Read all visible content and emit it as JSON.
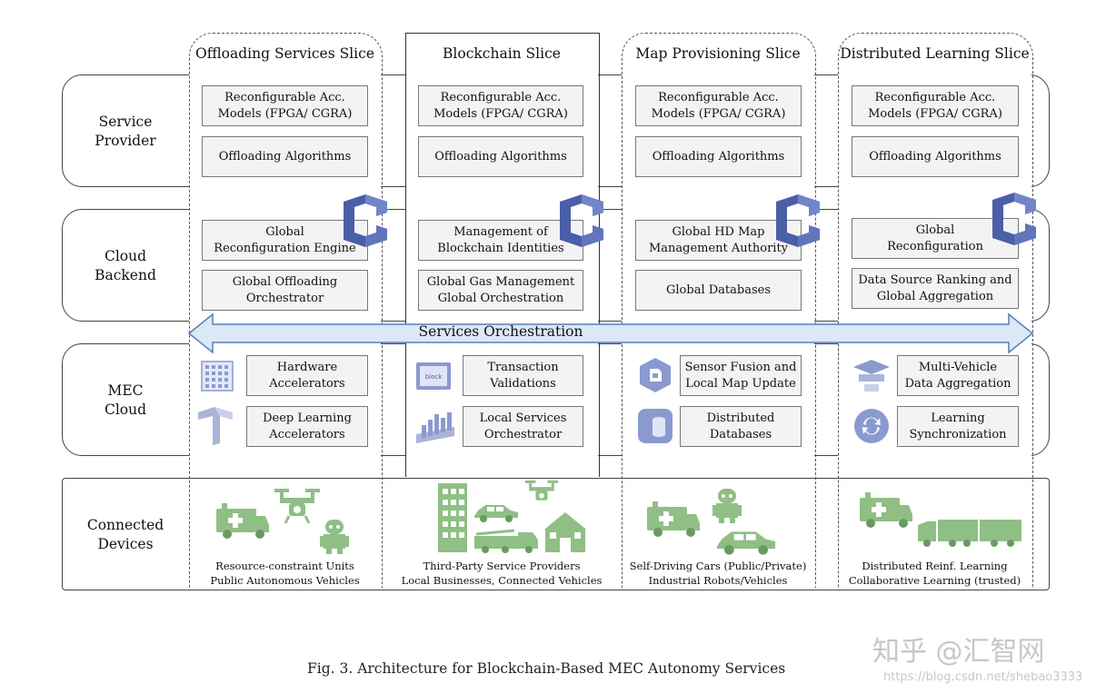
{
  "rows": [
    {
      "id": "service-provider",
      "label": "Service\nProvider"
    },
    {
      "id": "cloud-backend",
      "label": "Cloud\nBackend"
    },
    {
      "id": "mec-cloud",
      "label": "MEC\nCloud"
    },
    {
      "id": "connected-devices",
      "label": "Connected\nDevices"
    }
  ],
  "slices": [
    {
      "title": "Offloading Services Slice"
    },
    {
      "title": "Blockchain Slice"
    },
    {
      "title": "Map Provisioning Slice"
    },
    {
      "title": "Distributed Learning Slice"
    }
  ],
  "service_provider": [
    {
      "a": "Reconfigurable Acc.\nModels (FPGA/ CGRA)",
      "b": "Offloading Algorithms"
    },
    {
      "a": "Reconfigurable Acc.\nModels (FPGA/ CGRA)",
      "b": "Offloading Algorithms"
    },
    {
      "a": "Reconfigurable Acc.\nModels (FPGA/ CGRA)",
      "b": "Offloading Algorithms"
    },
    {
      "a": "Reconfigurable Acc.\nModels (FPGA/ CGRA)",
      "b": "Offloading Algorithms"
    }
  ],
  "cloud_backend": [
    {
      "a": "Global\nReconfiguration Engine",
      "b": "Global Offloading\nOrchestrator"
    },
    {
      "a": "Management of\nBlockchain Identities",
      "b": "Global Gas Management\nGlobal Orchestration"
    },
    {
      "a": "Global HD Map\nManagement Authority",
      "b": "Global Databases"
    },
    {
      "a": "Global\nReconfiguration",
      "b": "Data Source Ranking and\nGlobal Aggregation"
    }
  ],
  "orchestration_label": "Services Orchestration",
  "mec_cloud": [
    {
      "a": "Hardware\nAccelerators",
      "b": "Deep Learning\nAccelerators",
      "icon_a": "chip-grid-icon",
      "icon_b": "tensorflow-icon"
    },
    {
      "a": "Transaction\nValidations",
      "b": "Local Services\nOrchestrator",
      "icon_a": "blockchain-monitor-icon",
      "icon_b": "bar-stack-icon"
    },
    {
      "a": "Sensor Fusion and\nLocal Map Update",
      "b": "Distributed\nDatabases",
      "icon_a": "hexagon-sensor-icon",
      "icon_b": "database-icon"
    },
    {
      "a": "Multi-Vehicle\nData Aggregation",
      "b": "Learning\nSynchronization",
      "icon_a": "layers-icon",
      "icon_b": "sync-icon"
    }
  ],
  "connected_devices": [
    {
      "caption": "Resource-constraint Units\nPublic Autonomous Vehicles"
    },
    {
      "caption": "Third-Party Service Providers\nLocal Businesses, Connected Vehicles"
    },
    {
      "caption": "Self-Driving Cars (Public/Private)\nIndustrial Robots/Vehicles"
    },
    {
      "caption": "Distributed Reinf. Learning\nCollaborative Learning (trusted)"
    }
  ],
  "figure_caption": "Fig. 3.  Architecture for Blockchain-Based MEC Autonomy Services",
  "watermark_main": "知乎 @汇智网",
  "watermark_url": "https://blog.csdn.net/shebao3333",
  "colors": {
    "cloud_icon": "#4a5fa8",
    "cloud_icon_light": "#7385c9",
    "arrow_fill": "#dbe8f6",
    "arrow_stroke": "#5a7fb5",
    "device_green": "#8fbf85",
    "mec_icon": "#8a9ad0"
  }
}
